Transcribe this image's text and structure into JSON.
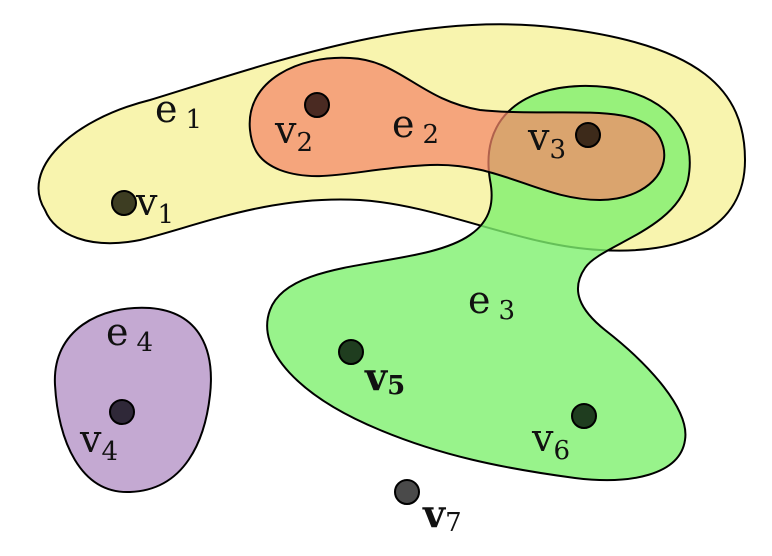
{
  "hyperedges": [
    {
      "id": "e1",
      "letter": "e",
      "index": "1",
      "fill": "#f7f2a0",
      "fill_opacity": 0.85
    },
    {
      "id": "e2",
      "letter": "e",
      "index": "2",
      "fill": "#f4876a",
      "fill_opacity": 0.72
    },
    {
      "id": "e3",
      "letter": "e",
      "index": "3",
      "fill": "#7ef06e",
      "fill_opacity": 0.8
    },
    {
      "id": "e4",
      "letter": "e",
      "index": "4",
      "fill": "#c4a9d2",
      "fill_opacity": 1
    }
  ],
  "vertices": [
    {
      "id": "v1",
      "letter": "v",
      "index": "1",
      "bold": false,
      "dot_fill": "#3d3d22"
    },
    {
      "id": "v2",
      "letter": "v",
      "index": "2",
      "bold": false,
      "dot_fill": "#4a2a22"
    },
    {
      "id": "v3",
      "letter": "v",
      "index": "3",
      "bold": false,
      "dot_fill": "#3d2a1a"
    },
    {
      "id": "v4",
      "letter": "v",
      "index": "4",
      "bold": false,
      "dot_fill": "#2f2838"
    },
    {
      "id": "v5",
      "letter": "v",
      "index": "5",
      "bold": true,
      "dot_fill": "#1f3d1f"
    },
    {
      "id": "v6",
      "letter": "v",
      "index": "6",
      "bold": false,
      "dot_fill": "#1f3d1f"
    },
    {
      "id": "v7",
      "letter": "v",
      "index": "7",
      "bold": false,
      "dot_fill": "#4a4a4a"
    }
  ],
  "stroke_color": "#000000"
}
